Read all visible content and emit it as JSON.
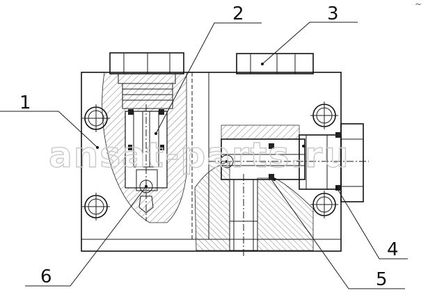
{
  "callouts": [
    {
      "label": "1"
    },
    {
      "label": "2"
    },
    {
      "label": "3"
    },
    {
      "label": "4"
    },
    {
      "label": "5"
    },
    {
      "label": "6"
    }
  ],
  "watermark": "ansat-parts.ru",
  "corner_mark": "~"
}
